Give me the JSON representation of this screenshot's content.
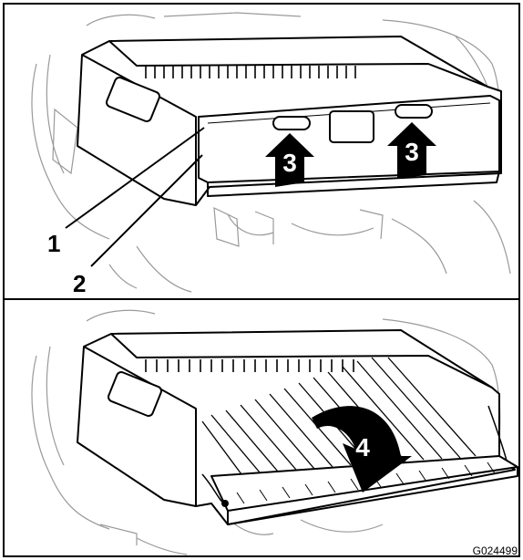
{
  "figure": {
    "id": "G024499",
    "panels": [
      {
        "name": "tailgate-closed",
        "callouts": [
          "1",
          "2",
          "3",
          "3"
        ]
      },
      {
        "name": "tailgate-open",
        "callouts": [
          "4"
        ]
      }
    ]
  },
  "colors": {
    "ink": "#000000",
    "paper": "#ffffff",
    "ghost": "#9a9a9a"
  }
}
